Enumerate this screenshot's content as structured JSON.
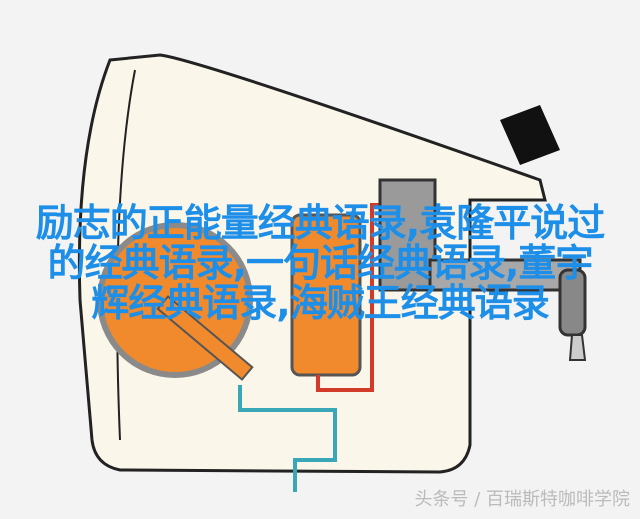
{
  "caption": {
    "lines": [
      "励志的正能量经典语录,袁隆平说过",
      "的经典语录,一句话经典语录,董宇",
      "辉经典语录,海贼王经典语录"
    ]
  },
  "watermark": "头条号 / 百瑞斯特咖啡学院",
  "colors": {
    "caption": "#1e8fe8",
    "water": "#f08a2c",
    "hot_pipe": "#d23a2a",
    "cold_pipe": "#3aa7b8"
  }
}
